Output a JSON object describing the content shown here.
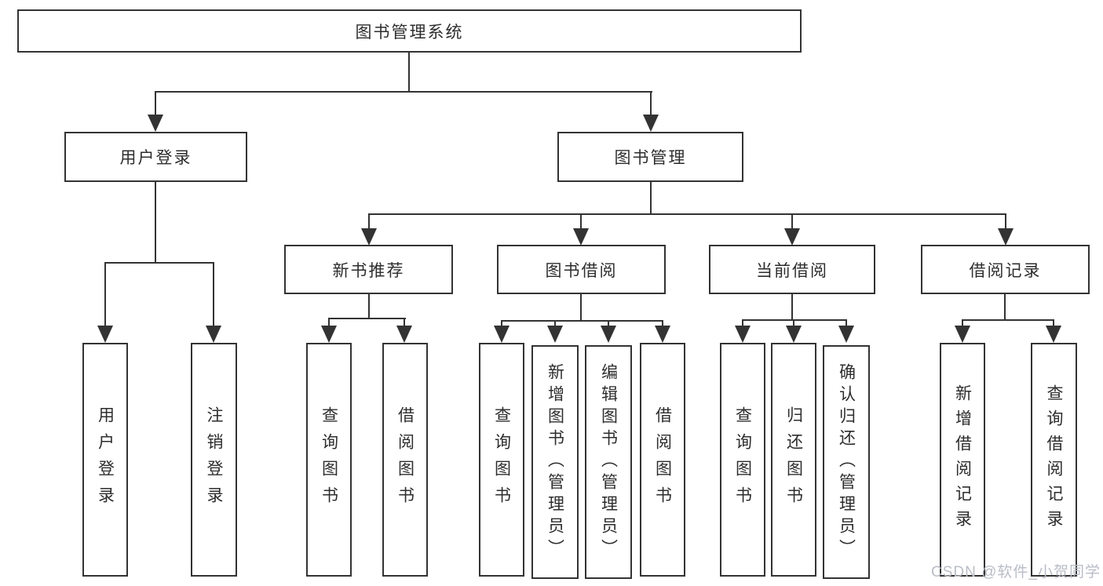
{
  "diagram": {
    "root": {
      "label": "图书管理系统"
    },
    "level2": {
      "user_login": {
        "label": "用户登录"
      },
      "book_management": {
        "label": "图书管理"
      }
    },
    "level3": {
      "new_book_recommendation": {
        "label": "新书推荐"
      },
      "book_borrowing": {
        "label": "图书借阅"
      },
      "current_borrowing": {
        "label": "当前借阅"
      },
      "borrowing_records": {
        "label": "借阅记录"
      }
    },
    "leaves": {
      "user_login": [
        "用户登录",
        "注销登录"
      ],
      "new_book_recommendation": [
        "查询图书",
        "借阅图书"
      ],
      "book_borrowing": [
        "查询图书",
        "新增图书（管理员）",
        "编辑图书（管理员）",
        "借阅图书"
      ],
      "current_borrowing": [
        "查询图书",
        "归还图书",
        "确认归还（管理员）"
      ],
      "borrowing_records": [
        "新增借阅记录",
        "查询借阅记录"
      ]
    },
    "watermark": "CSDN @软件_小贺同学",
    "colors": {
      "line": "#333333",
      "text": "#2d2d2d",
      "watermark_text": "#b9bdc6",
      "background": "#ffffff"
    }
  }
}
